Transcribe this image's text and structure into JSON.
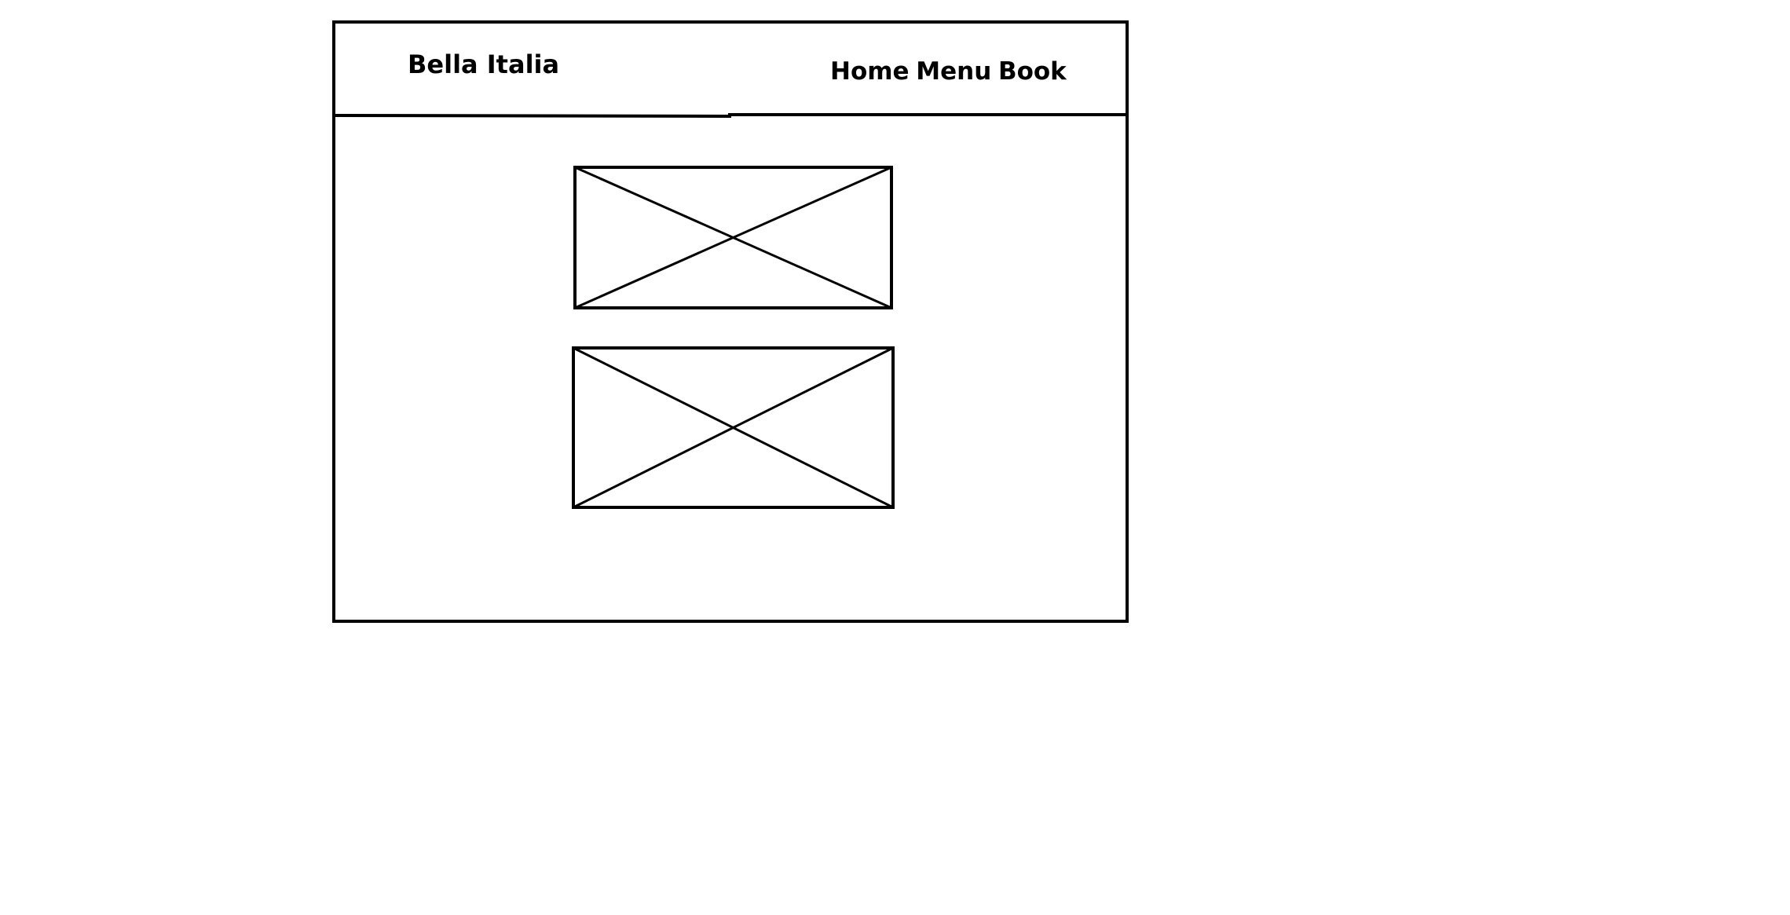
{
  "header": {
    "brand": "Bella Italia",
    "nav_items": [
      "Home",
      "Menu",
      "Book"
    ]
  },
  "placeholders": [
    {
      "kind": "image-placeholder"
    },
    {
      "kind": "image-placeholder"
    }
  ],
  "colors": {
    "stroke": "#000000",
    "background": "#ffffff"
  }
}
